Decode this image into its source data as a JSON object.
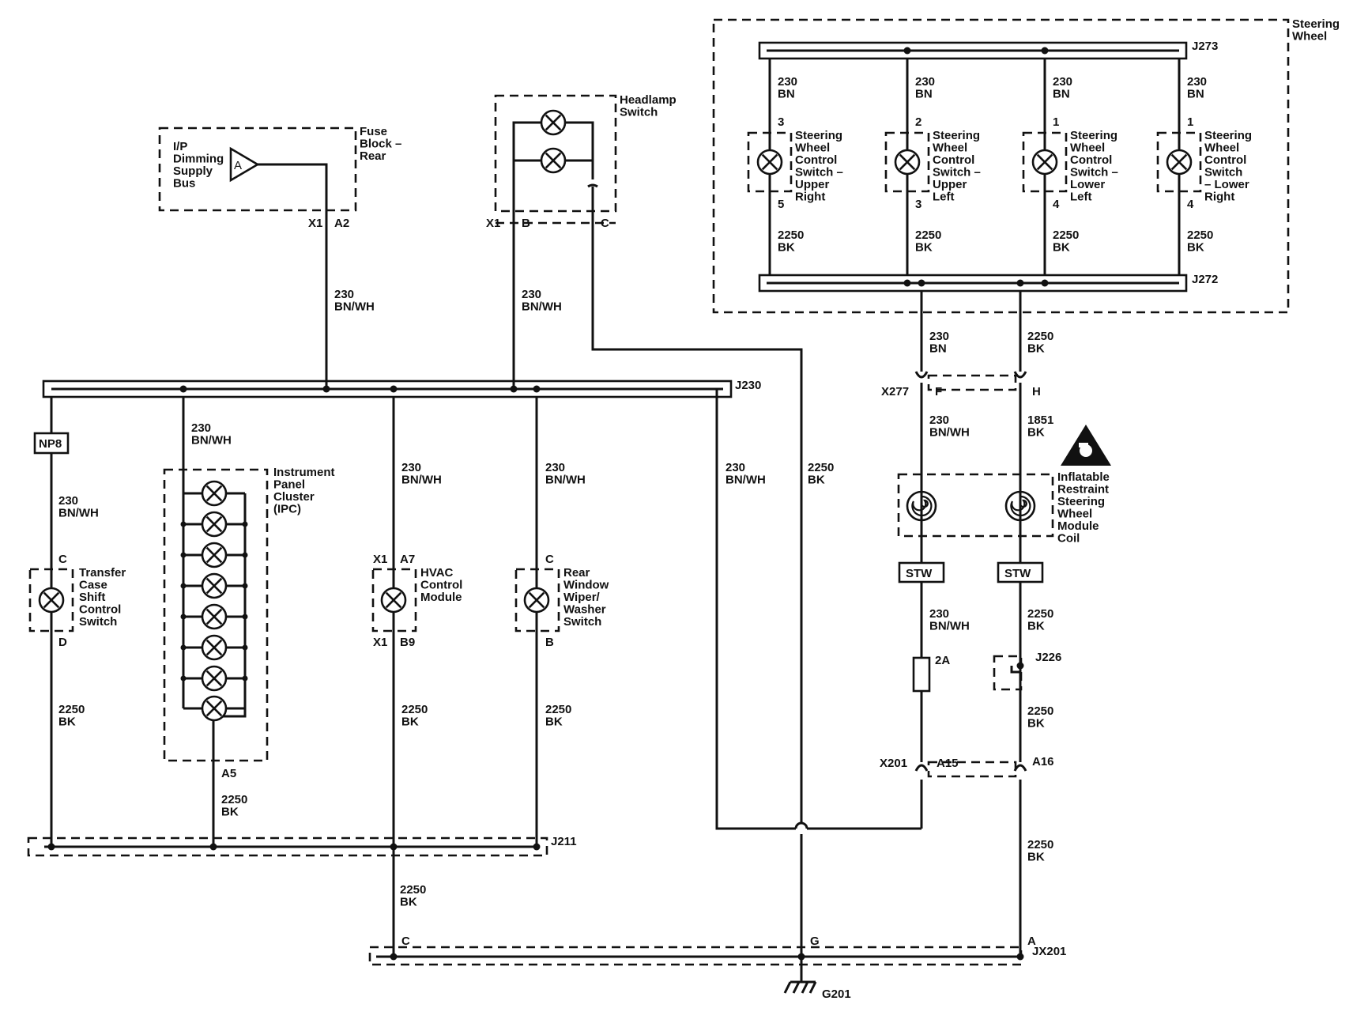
{
  "components": {
    "steering_wheel": "Steering\nWheel",
    "fuse_block": "Fuse\nBlock –\nRear",
    "ip_dimming": "I/P\nDimming\nSupply\nBus",
    "ip_dimming_pin": "A",
    "headlamp_switch": "Headlamp\nSwitch",
    "ipc": "Instrument\nPanel\nCluster\n(IPC)",
    "transfer_case": "Transfer\nCase\nShift\nControl\nSwitch",
    "hvac": "HVAC\nControl\nModule",
    "rear_wiper": "Rear\nWindow\nWiper/\nWasher\nSwitch",
    "inflatable_restraint": "Inflatable\nRestraint\nSteering\nWheel\nModule\nCoil",
    "sw_upper_right": "Steering\nWheel\nControl\nSwitch –\nUpper\nRight",
    "sw_upper_left": "Steering\nWheel\nControl\nSwitch –\nUpper\nLeft",
    "sw_lower_left": "Steering\nWheel\nControl\nSwitch –\nLower\nLeft",
    "sw_lower_right": "Steering\nWheel\nControl\nSwitch\n– Lower\nRight"
  },
  "splices": {
    "j273": "J273",
    "j272": "J272",
    "j230": "J230",
    "j211": "J211",
    "j226": "J226",
    "jx201": "JX201",
    "g201": "G201"
  },
  "boxes": {
    "np8": "NP8",
    "stw1": "STW",
    "stw2": "STW",
    "fuse": "2A"
  },
  "connectors": {
    "x1_fuse": "X1",
    "a2": "A2",
    "x1_head": "X1",
    "b_head": "B",
    "c_head": "C",
    "x277": "X277",
    "f": "F",
    "h": "H",
    "x201": "X201",
    "a15": "A15",
    "a16": "A16",
    "a5": "A5",
    "tc_c": "C",
    "tc_d": "D",
    "x1_hvac_top": "X1",
    "a7": "A7",
    "x1_hvac_bot": "X1",
    "b9": "B9",
    "rw_c": "C",
    "rw_b": "B",
    "jx_c": "C",
    "jx_g": "G",
    "jx_a": "A",
    "sw_ur_top": "3",
    "sw_ur_bot": "5",
    "sw_ul_top": "2",
    "sw_ul_bot": "3",
    "sw_ll_top": "1",
    "sw_ll_bot": "4",
    "sw_lr_top": "1",
    "sw_lr_bot": "4"
  },
  "wires": {
    "sw_ur_top": "230\nBN",
    "sw_ul_top": "230\nBN",
    "sw_ll_top": "230\nBN",
    "sw_lr_top": "230\nBN",
    "sw_ur_bot": "2250\nBK",
    "sw_ul_bot": "2250\nBK",
    "sw_ll_bot": "2250\nBK",
    "sw_lr_bot": "2250\nBK",
    "fuse_out": "230\nBN/WH",
    "head_out": "230\nBN/WH",
    "x277_f_in": "230\nBN",
    "x277_h_in": "2250\nBK",
    "coil_f_in": "230\nBN/WH",
    "coil_h_in": "1851\nBK",
    "ipc_in": "230\nBN/WH",
    "tc_in": "230\nBN/WH",
    "hvac_in": "230\nBN/WH",
    "rw_in": "230\nBN/WH",
    "j230_right": "230\nBN/WH",
    "head_ground": "2250\nBK",
    "stw1_out": "230\nBN/WH",
    "stw2_out": "2250\nBK",
    "j226_out": "2250\nBK",
    "tc_out": "2250\nBK",
    "hvac_out": "2250\nBK",
    "rw_out": "2250\nBK",
    "ipc_out": "2250\nBK",
    "j211_out": "2250\nBK",
    "a16_out": "2250\nBK"
  }
}
